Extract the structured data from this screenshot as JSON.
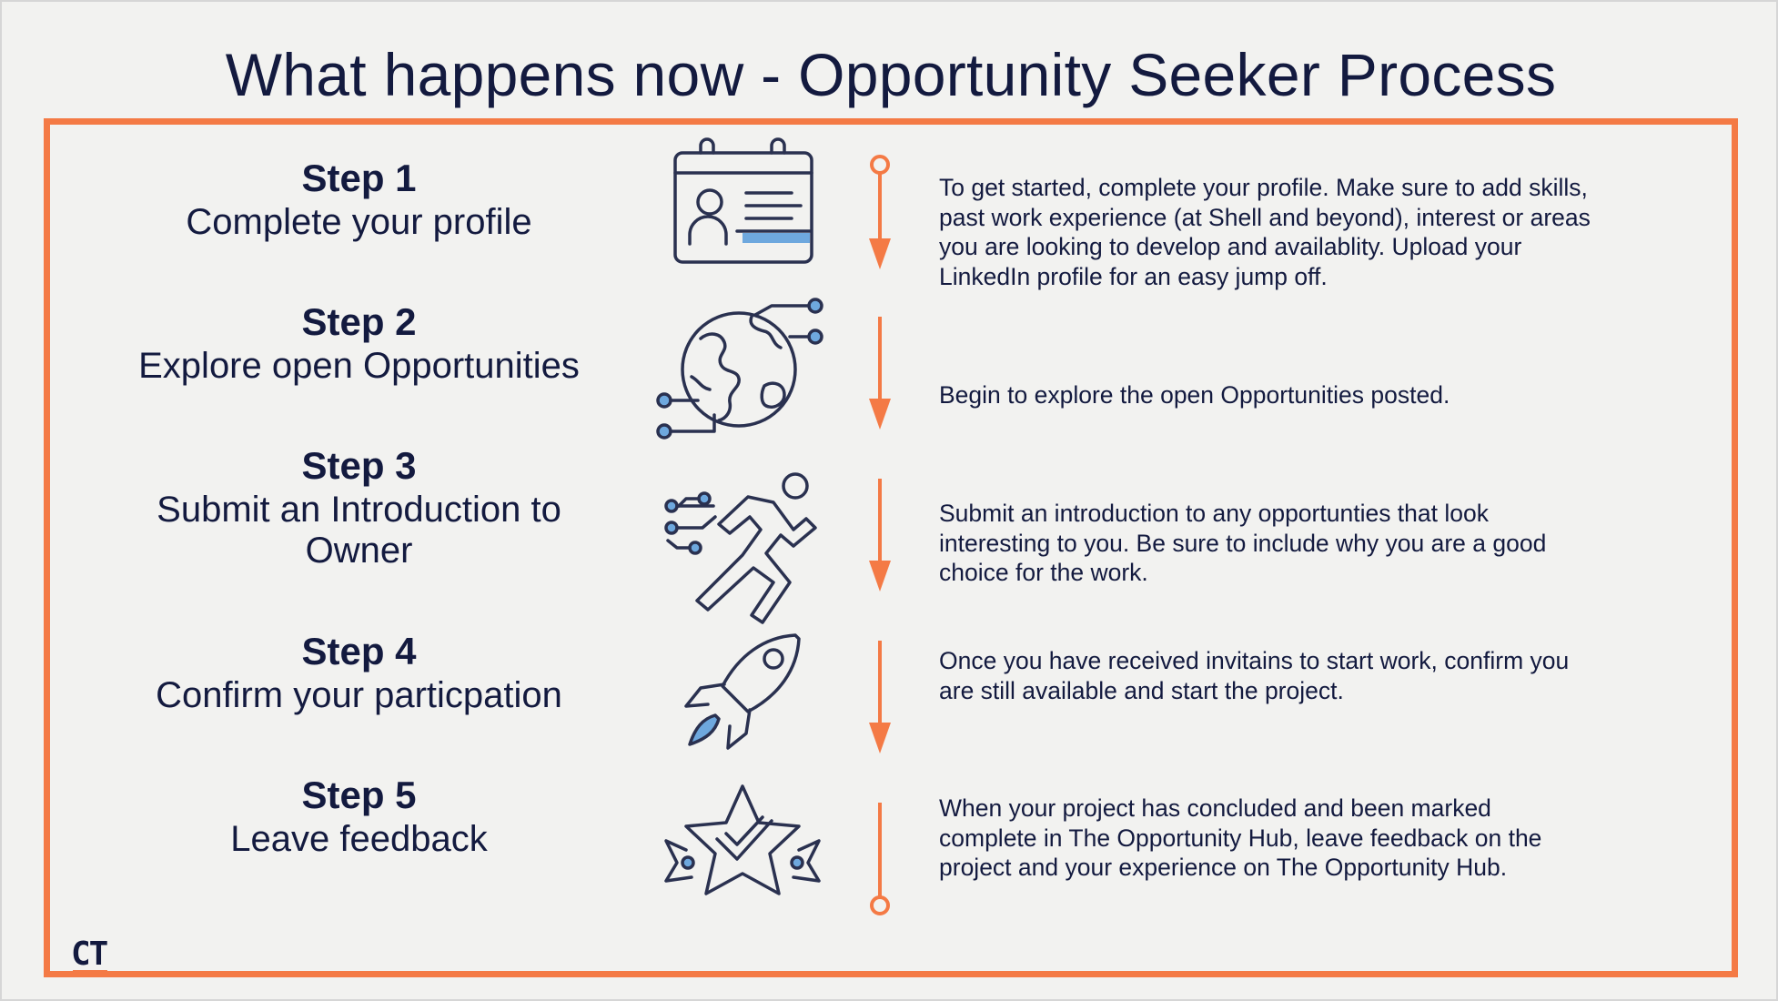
{
  "title": "What happens now - Opportunity Seeker Process",
  "colors": {
    "accent": "#f47a45",
    "text": "#131a3f",
    "icon_blue": "#6ea8de",
    "icon_line": "#2a3150",
    "background": "#f2f2f0"
  },
  "steps": [
    {
      "num": "Step 1",
      "title": "Complete your profile",
      "icon": "profile-card-icon",
      "desc": "To get started, complete your profile. Make sure to add skills, past work experience (at Shell and beyond), interest or areas you are looking to develop and availablity. Upload your LinkedIn profile for an easy jump off."
    },
    {
      "num": "Step 2",
      "title": "Explore open Opportunities",
      "icon": "connected-globe-icon",
      "desc": "Begin to explore the open Opportunities posted."
    },
    {
      "num": "Step 3",
      "title": "Submit an Introduction to Owner",
      "icon": "running-person-icon",
      "desc": "Submit an introduction to any opportunties that look interesting to you. Be sure to include why you are a good choice for the work."
    },
    {
      "num": "Step 4",
      "title": "Confirm your particpation",
      "icon": "rocket-icon",
      "desc": "Once you have received invitains to start work, confirm you are still available and start the project."
    },
    {
      "num": "Step 5",
      "title": "Leave feedback",
      "icon": "star-check-icon",
      "desc": "When your project has concluded and been marked complete in The Opportunity Hub, leave feedback on the project and your experience on The Opportunity Hub."
    }
  ],
  "logo": "CT"
}
